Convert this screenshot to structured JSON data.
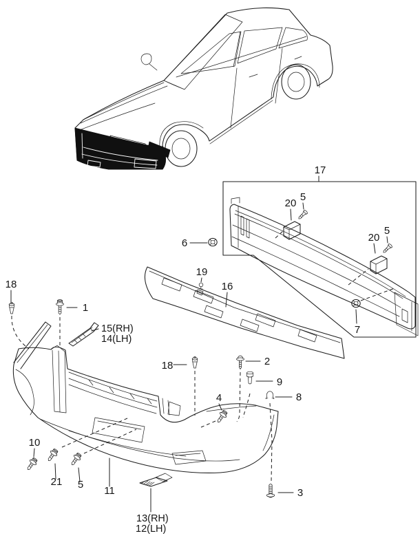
{
  "meta": {
    "background_color": "#ffffff",
    "line_color": "#1c1c1c",
    "highlight_fill": "#101010"
  },
  "labels": {
    "n1": "1",
    "n2": "2",
    "n3": "3",
    "n4": "4",
    "n5": "5",
    "n6": "6",
    "n7": "7",
    "n8": "8",
    "n9": "9",
    "n10": "10",
    "n11": "11",
    "n12": "12(LH)",
    "n13": "13(RH)",
    "n14": "14(LH)",
    "n15": "15(RH)",
    "n16": "16",
    "n17": "17",
    "n18": "18",
    "n19": "19",
    "n20": "20",
    "n21": "21"
  }
}
